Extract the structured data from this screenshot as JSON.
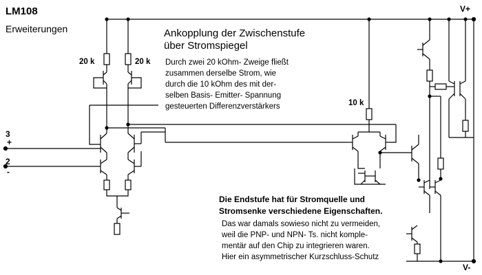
{
  "title": "LM108",
  "subtitle": "Erweiterungen",
  "heading": [
    "Ankopplung der Zwischenstufe",
    "über Stromspiegel"
  ],
  "note": [
    "Durch zwei 20 kOhm- Zweige fließt",
    "zusammen derselbe Strom, wie",
    "durch die 10 kOhm des mit der-",
    "selben Basis- Emitter- Spannung",
    "gesteuerten Differenzverstärkers"
  ],
  "labels": {
    "r_left": "20 k",
    "r_right": "20 k",
    "r_mid": "10 k",
    "vplus": "V+",
    "vminus": "V-",
    "pin3": "3",
    "pin2": "2",
    "plus": "+",
    "minus": "-"
  },
  "endstufe": {
    "bold": [
      "Die Endstufe hat für Stromquelle und",
      "Stromsenke verschiedene Eigenschaften."
    ],
    "text": [
      "Das war damals sowieso nicht zu vermeiden,",
      "weil die PNP- und NPN- Ts. nicht komple-",
      "mentär auf den Chip zu integrieren waren.",
      "Hier ein asymmetrischer Kurzschluss-Schutz"
    ]
  }
}
